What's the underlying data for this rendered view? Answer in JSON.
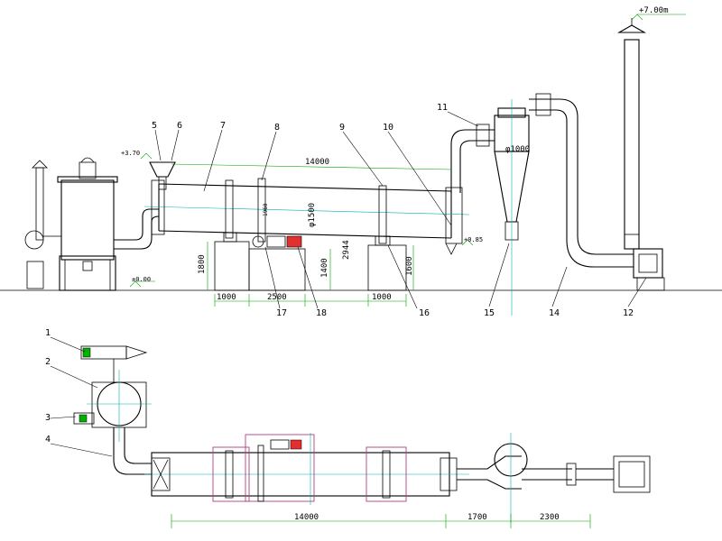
{
  "colors": {
    "centerline": "#00b0b0",
    "dimension": "#00a000",
    "motor": "#e03030",
    "outline": "#b04080",
    "ink": "#000000"
  },
  "elevations": {
    "top": "+7.00m",
    "ground": "±0.00",
    "feed": "+3.70",
    "outlet": "+0.85"
  },
  "part_numbers": [
    "1",
    "2",
    "3",
    "4",
    "5",
    "6",
    "7",
    "8",
    "9",
    "10",
    "11",
    "12",
    "14",
    "15",
    "16",
    "17",
    "18"
  ],
  "dimensions": {
    "length_top": "14000",
    "pier_width_left": "1000",
    "pier_spacing": "2500",
    "pier_width_right": "1000",
    "height_left": "1800",
    "height_mid": "1400",
    "height_right": "1600",
    "height_axis": "2944",
    "drum_diameter": "φ1500",
    "cyclone_diameter": "φ1000",
    "gear_height": "1960",
    "length_bottom": "14000",
    "spacing_1700": "1700",
    "spacing_2300": "2300"
  }
}
